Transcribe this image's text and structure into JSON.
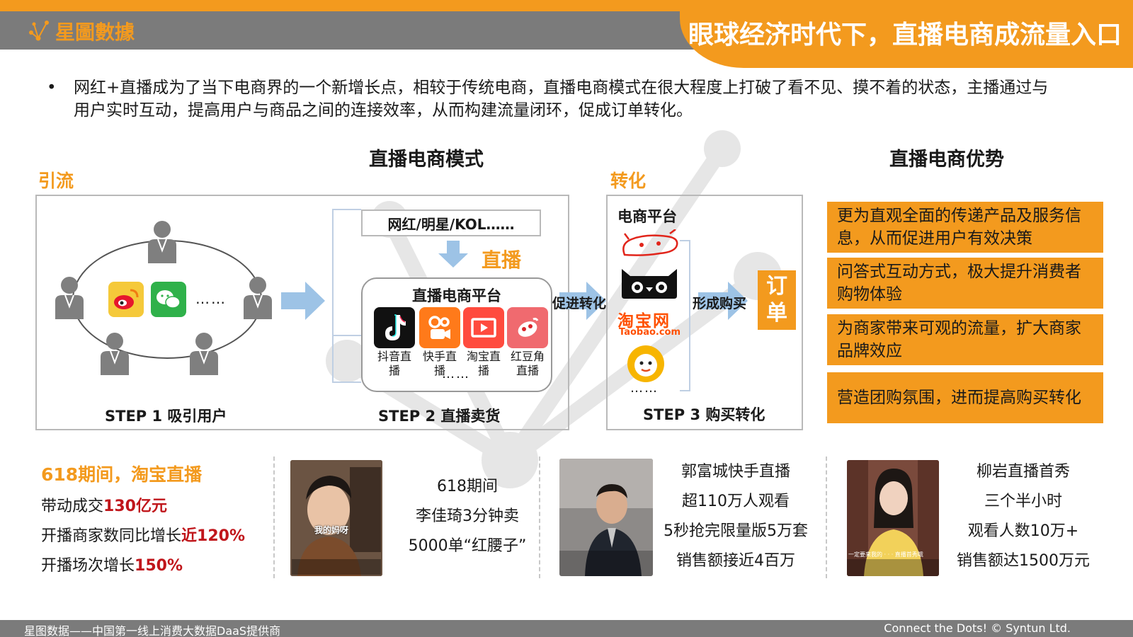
{
  "header": {
    "logo_text": "星圖數據",
    "title": "眼球经济时代下，直播电商成流量入口"
  },
  "intro": {
    "bullet": "•",
    "text": "网红+直播成为了当下电商界的一个新增长点，相较于传统电商，直播电商模式在很大程度上打破了看不见、摸不着的状态，主播通过与用户实时互动，提高用户与商品之间的连接效率，从而构建流量闭环，促成订单转化。"
  },
  "model": {
    "title": "直播电商模式",
    "label_left": "引流",
    "label_right": "转化",
    "step1": "STEP 1 吸引用户",
    "step2": "STEP 2 直播卖货",
    "step3": "STEP 3 购买转化",
    "step1_dots": "……",
    "kol": "网红/明星/KOL……",
    "live_label": "直播",
    "platform_title": "直播电商平台",
    "platforms": [
      {
        "name": "抖音直播"
      },
      {
        "name": "快手直播"
      },
      {
        "name": "淘宝直播"
      },
      {
        "name": "红豆角直播"
      }
    ],
    "platform_dots": "……",
    "promote": "促进转化",
    "ecommerce_title": "电商平台",
    "taobao_cn": "淘宝网",
    "taobao_en": "Taobao.com",
    "ecommerce_dots": "……",
    "form_purchase": "形成购买",
    "order_1": "订",
    "order_2": "单"
  },
  "advantages": {
    "title": "直播电商优势",
    "items": [
      "更为直观全面的传递产品及服务信息，从而促进用户有效决策",
      "问答式互动方式，极大提升消费者购物体验",
      "为商家带来可观的流量，扩大商家品牌效应",
      "营造团购氛围，进而提高购买转化"
    ]
  },
  "stats": {
    "title": "618期间，淘宝直播",
    "line1_pre": "带动成交",
    "line1_hl": "130亿元",
    "line2_pre": "开播商家数同比增长",
    "line2_hl": "近120%",
    "line3_pre": "开播场次增长",
    "line3_hl": "150%"
  },
  "cases": [
    {
      "lines": [
        "618期间",
        "李佳琦3分钟卖",
        "5000单“红腰子”"
      ],
      "photo_text": "我的妈呀"
    },
    {
      "lines": [
        "郭富城快手直播",
        "超110万人观看",
        "5秒抢完限量版5万套",
        "销售额接近4百万"
      ]
    },
    {
      "lines": [
        "柳岩直播首秀",
        "三个半小时",
        "观看人数10万+",
        "销售额达1500万元"
      ],
      "photo_text": "一定要来我的 · · · 直播首秀哦"
    }
  ],
  "footer": {
    "left": "星图数据——中国第一线上消费大数据DaaS提供商",
    "right": "Connect the Dots! © Syntun Ltd."
  },
  "colors": {
    "accent_orange": "#f39a1e",
    "header_gray": "#7b7b7b",
    "highlight_red": "#c0161b",
    "arrow_blue": "#9dc3e6"
  }
}
